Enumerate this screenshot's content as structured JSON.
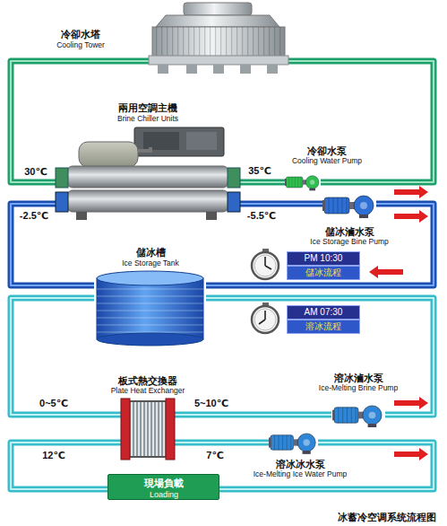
{
  "diagram": {
    "caption": "冰蓄冷空调系统流程图",
    "nodes": [
      {
        "text": [
          "冷卻水塔",
          "Cooling Tower"
        ]
      },
      {
        "text": [
          "兩用空調主機",
          "Brine Chiller Units"
        ]
      },
      {
        "text": [
          "冷卻水泵",
          "Cooling Water Pump"
        ]
      },
      {
        "text": [
          "儲冰滷水泵",
          "Ice Storage Bine Pump"
        ]
      },
      {
        "text": [
          "儲冰槽",
          "Ice Storage Tank"
        ]
      },
      {
        "text": [
          "PM 10:30",
          "儲冰流程"
        ]
      },
      {
        "text": [
          "AM 07:30",
          "溶冰流程"
        ]
      },
      {
        "text": [
          "板式熱交換器",
          "Plate Heat Exchanger"
        ]
      },
      {
        "text": [
          "溶冰滷水泵",
          "Ice-Melting Brine Pump"
        ]
      },
      {
        "text": [
          "溶冰冰水泵",
          "Ice-Melting Ice Water Pump"
        ]
      },
      {
        "text": [
          "現場負載",
          "Loading"
        ]
      }
    ],
    "edges": [
      {
        "from": 0,
        "to": 1,
        "arrow": "none"
      },
      {
        "from": 1,
        "to": 2,
        "arrow": "none"
      },
      {
        "from": 2,
        "to": 0,
        "arrow": "none"
      },
      {
        "from": 1,
        "to": 3,
        "arrow": "none"
      },
      {
        "from": 3,
        "to": 4,
        "arrow": "none"
      },
      {
        "from": 4,
        "to": 1,
        "arrow": "none"
      },
      {
        "from": 4,
        "to": 7,
        "arrow": "none"
      },
      {
        "from": 7,
        "to": 8,
        "arrow": "none"
      },
      {
        "from": 8,
        "to": 4,
        "arrow": "none"
      },
      {
        "from": 7,
        "to": 9,
        "arrow": "none"
      },
      {
        "from": 9,
        "to": 10,
        "arrow": "none"
      },
      {
        "from": 10,
        "to": 7,
        "arrow": "none"
      }
    ],
    "labels": [
      "30℃",
      "35℃",
      "-2.5℃",
      "-5.5℃",
      "0~5℃",
      "5~10℃",
      "12℃",
      "7℃"
    ]
  }
}
